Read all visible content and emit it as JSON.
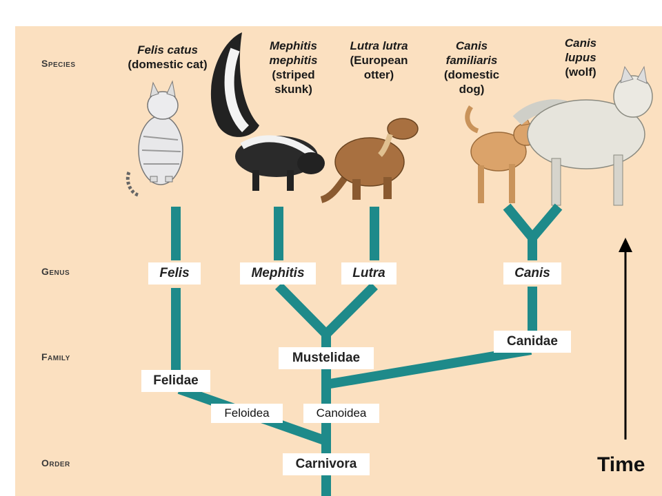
{
  "ranks": {
    "species": "Species",
    "genus": "Genus",
    "family": "Family",
    "order": "Order"
  },
  "species": [
    {
      "latin": "Felis catus",
      "common": "(domestic cat)"
    },
    {
      "latin": "Mephitis mephitis",
      "common": "(striped skunk)"
    },
    {
      "latin": "Lutra lutra",
      "common": "(European otter)"
    },
    {
      "latin": "Canis familiaris",
      "common": "(domestic dog)"
    },
    {
      "latin": "Canis lupus",
      "common": "(wolf)"
    }
  ],
  "genera": [
    "Felis",
    "Mephitis",
    "Lutra",
    "Canis"
  ],
  "families": [
    "Felidae",
    "Mustelidae",
    "Canidae"
  ],
  "superfamilies": [
    "Feloidea",
    "Canoidea"
  ],
  "order": "Carnivora",
  "time_label": "Time",
  "colors": {
    "background": "#fbe0c0",
    "branch": "#1e8a8a",
    "label_box": "#ffffff"
  },
  "icons": [
    "cat-illustration",
    "skunk-illustration",
    "otter-illustration",
    "dog-illustration",
    "wolf-illustration",
    "time-arrow-icon"
  ]
}
